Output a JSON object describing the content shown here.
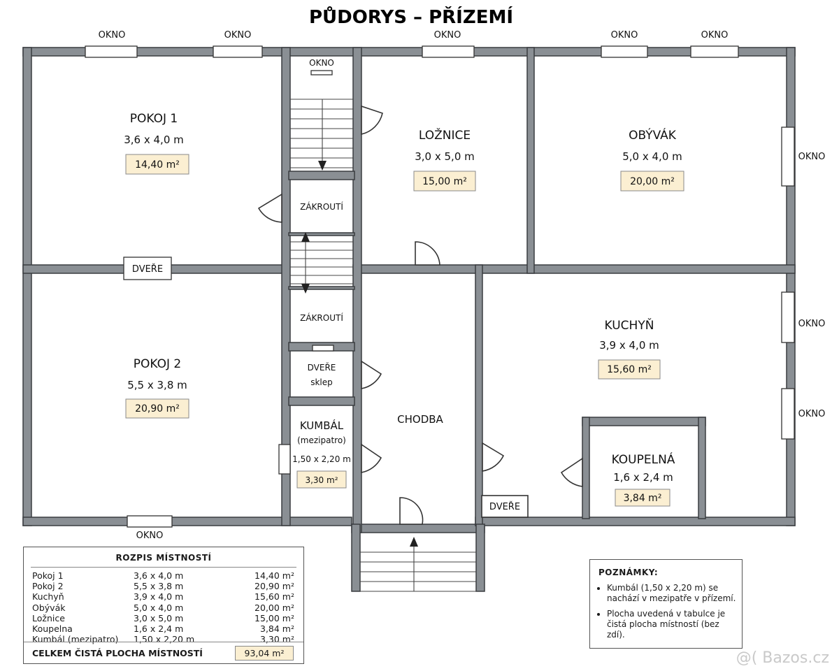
{
  "title": "PŮDORYS – PŘÍZEMÍ",
  "labels": {
    "window": "OKNO",
    "door": "DVEŘE",
    "landing": "ZÁKROUTÍ",
    "cellar_door_line1": "DVEŘE",
    "cellar_door_line2": "sklep",
    "corridor": "CHODBA"
  },
  "rooms": [
    {
      "id": "pokoj1",
      "name": "POKOJ 1",
      "dims": "3,6 x 4,0 m",
      "area": "14,40 m²"
    },
    {
      "id": "pokoj2",
      "name": "POKOJ 2",
      "dims": "5,5 x 3,8 m",
      "area": "20,90 m²"
    },
    {
      "id": "loznice",
      "name": "LOŽNICE",
      "dims": "3,0 x 5,0 m",
      "area": "15,00 m²"
    },
    {
      "id": "obyvak",
      "name": "OBÝVÁK",
      "dims": "5,0 x 4,0 m",
      "area": "20,00 m²"
    },
    {
      "id": "kuchyn",
      "name": "KUCHYŇ",
      "dims": "3,9 x 4,0 m",
      "area": "15,60 m²"
    },
    {
      "id": "koupelna",
      "name": "KOUPELNÁ",
      "dims": "1,6 x 2,4 m",
      "area": "3,84 m²"
    },
    {
      "id": "kumbal",
      "name": "KUMBÁL",
      "sub": "(mezipatro)",
      "dims": "1,50 x 2,20 m",
      "area": "3,30 m²"
    }
  ],
  "legend": {
    "title": "ROZPIS MÍSTNOSTÍ",
    "rows": [
      {
        "name": "Pokoj 1",
        "dims": "3,6 x 4,0 m",
        "area": "14,40 m²"
      },
      {
        "name": "Pokoj 2",
        "dims": "5,5 x 3,8 m",
        "area": "20,90 m²"
      },
      {
        "name": "Kuchyň",
        "dims": "3,9 x 4,0 m",
        "area": "15,60 m²"
      },
      {
        "name": "Obývák",
        "dims": "5,0 x 4,0 m",
        "area": "20,00 m²"
      },
      {
        "name": "Ložnice",
        "dims": "3,0 x 5,0 m",
        "area": "15,00 m²"
      },
      {
        "name": "Koupelna",
        "dims": "1,6 x 2,4 m",
        "area": "3,84 m²"
      },
      {
        "name": "Kumbál (mezipatro)",
        "dims": "1,50 x 2,20 m",
        "area": "3,30 m²"
      }
    ],
    "total_label": "CELKEM ČISTÁ PLOCHA MÍSTNOSTÍ",
    "total_value": "93,04 m²"
  },
  "notes": {
    "title": "POZNÁMKY:",
    "items": [
      "Kumbál (1,50 x 2,20 m) se nachází v mezipatře v přízemí.",
      "Plocha uvedená v tabulce je čistá plocha místností (bez zdí)."
    ]
  },
  "watermark": "@( Bazos.cz",
  "colors": {
    "wall": "#8a8f94",
    "area_box": "#fbefd2"
  }
}
